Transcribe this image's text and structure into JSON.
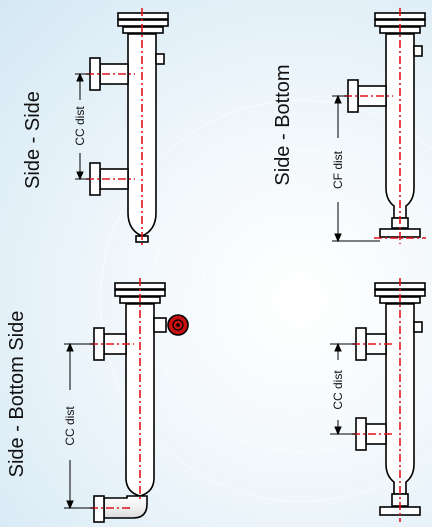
{
  "diagrams": [
    {
      "title": "Side - Side",
      "dimension_label": "CC dist"
    },
    {
      "title": "Side - Bottom",
      "dimension_label": "CF dist"
    },
    {
      "title": "Side - Bottom Side",
      "dimension_label": "CC dist"
    },
    {
      "title": "",
      "dimension_label": "CC dist"
    }
  ],
  "colors": {
    "outline": "#000000",
    "centerline": "#e0141e",
    "accent": "#c81010"
  }
}
